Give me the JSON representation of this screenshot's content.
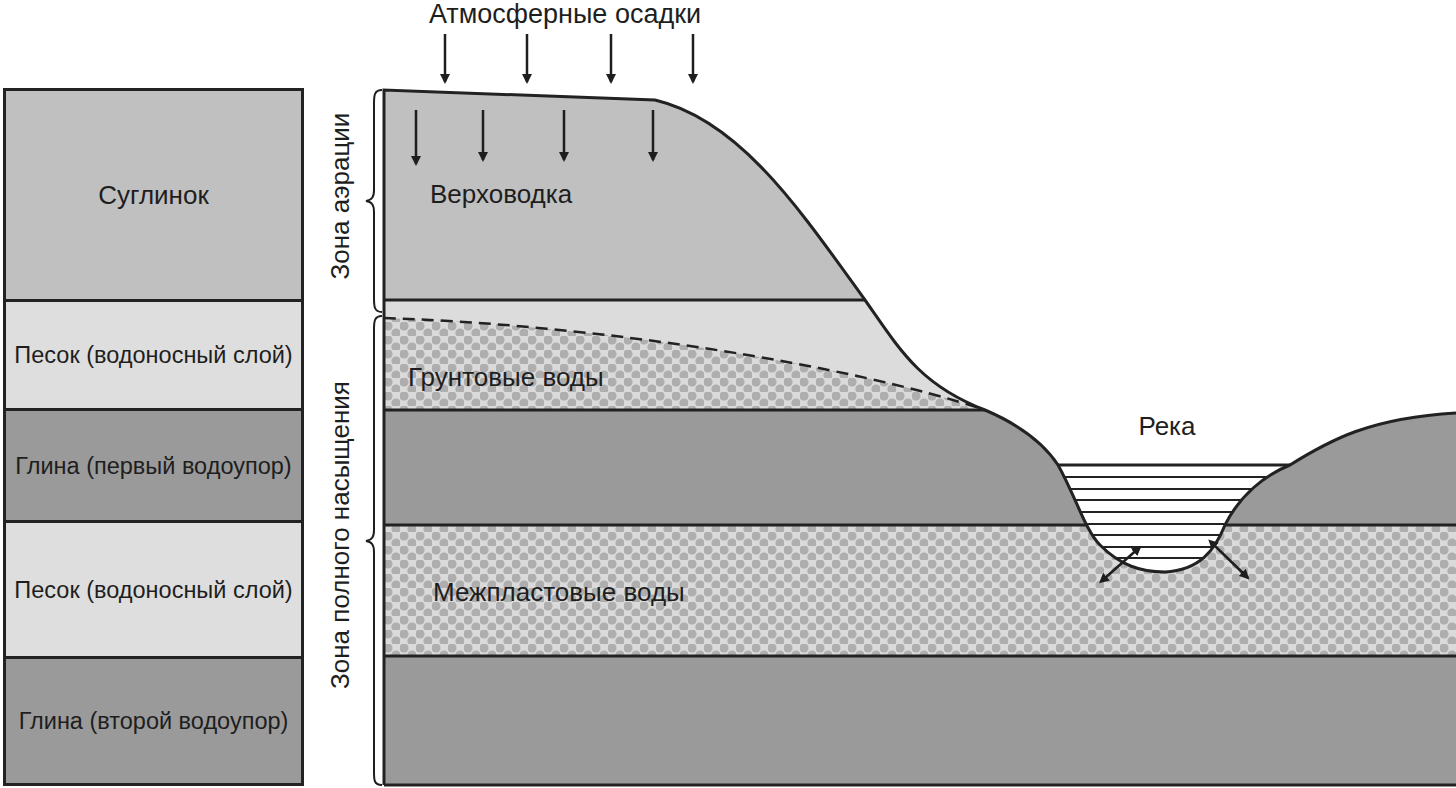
{
  "diagram": {
    "nodes": [
      {
        "text": [
          "Суглинок"
        ]
      },
      {
        "text": [
          "Песок (водоносный слой)"
        ]
      },
      {
        "text": [
          "Глина (первый водоупор)"
        ]
      },
      {
        "text": [
          "Песок (водоносный слой)"
        ]
      },
      {
        "text": [
          "Глина (второй водоупор)"
        ]
      }
    ],
    "labels": [
      "Атмосферные осадки",
      "Зона аэрации",
      "Зона полного насыщения",
      "Верховодка",
      "Грунтовые воды",
      "Река",
      "Межпластовые воды"
    ]
  }
}
